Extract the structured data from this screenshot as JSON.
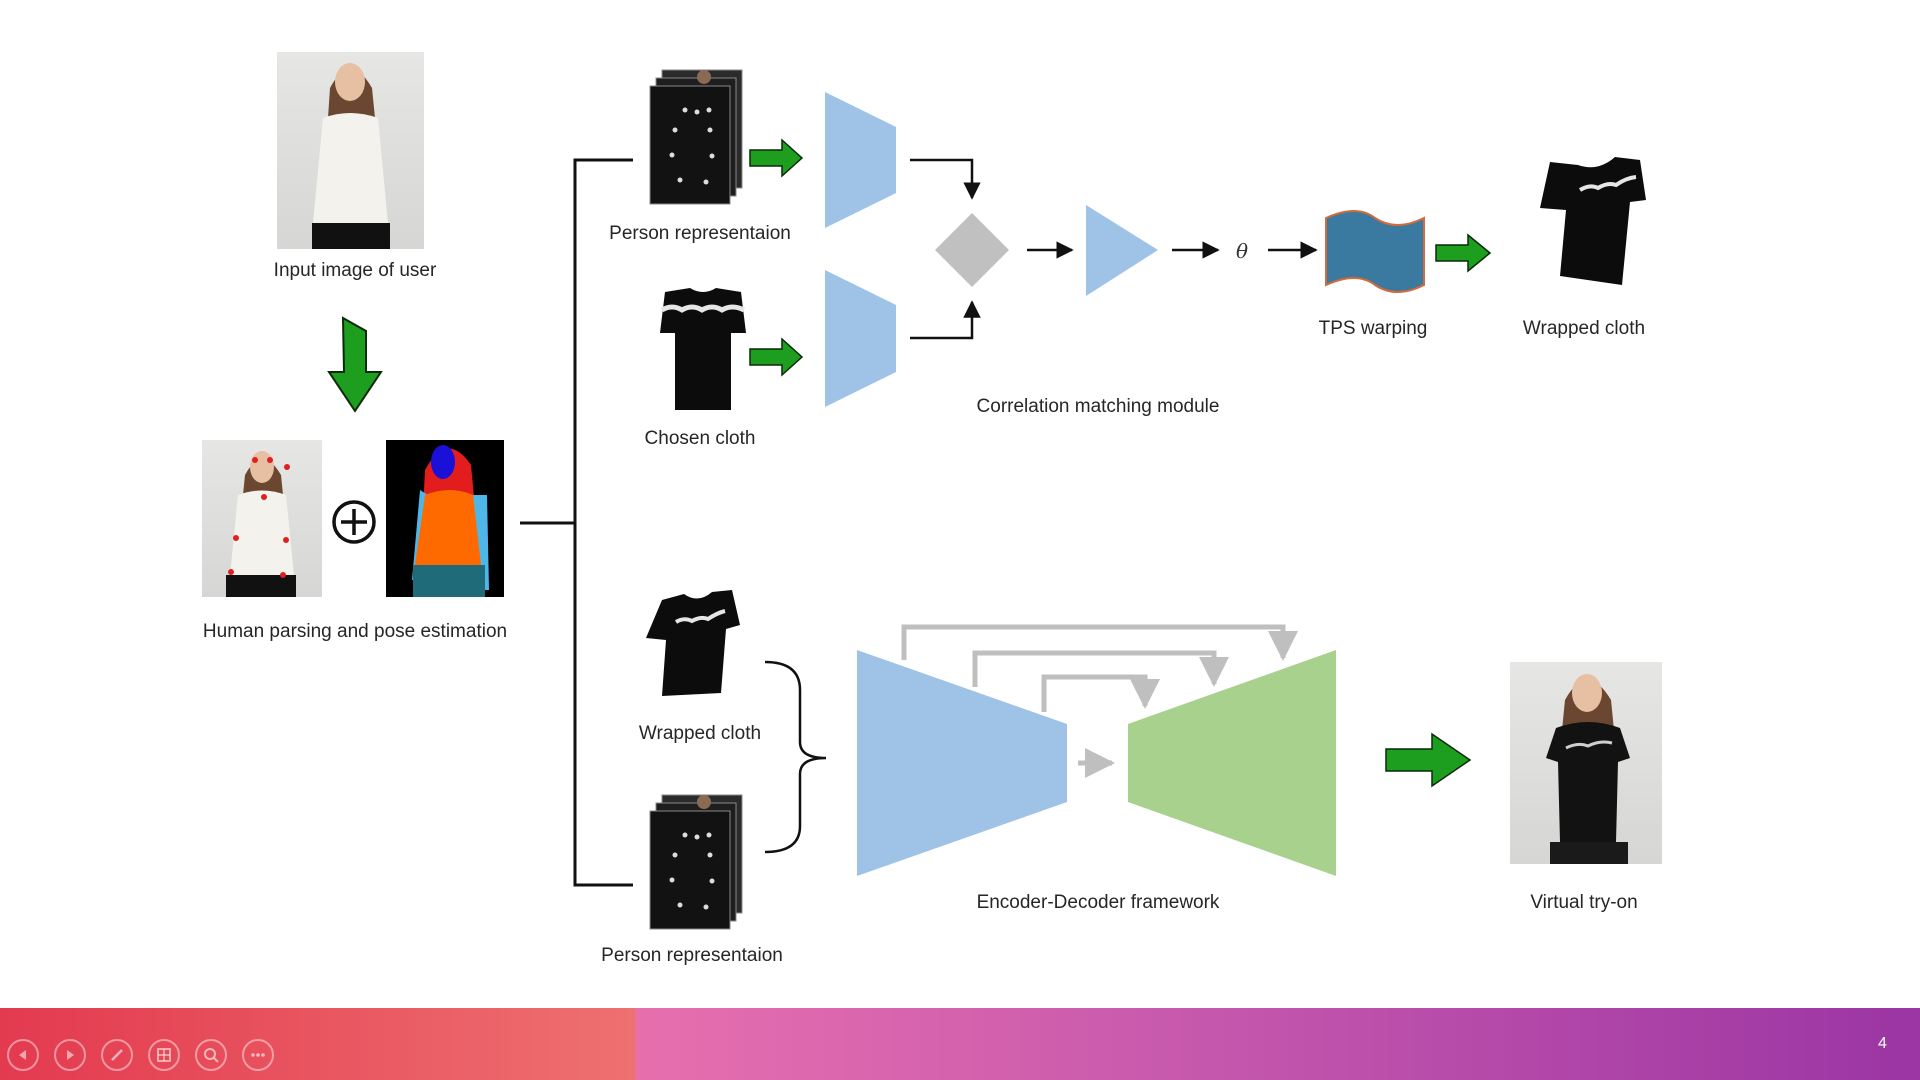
{
  "diagram": {
    "labels": {
      "input_image": "Input image of user",
      "parsing": "Human parsing and pose estimation",
      "person_rep_top": "Person representaion",
      "chosen_cloth": "Chosen cloth",
      "correlation": "Correlation matching module",
      "theta": "θ",
      "tps": "TPS warping",
      "wrapped_cloth_top": "Wrapped cloth",
      "wrapped_cloth_bottom": "Wrapped cloth",
      "person_rep_bottom": "Person representaion",
      "encoder_decoder": "Encoder-Decoder framework",
      "virtual_tryon": "Virtual try-on"
    },
    "colors": {
      "encoder_blue": "#9fc3e7",
      "decoder_green": "#a9d18e",
      "arrow_green": "#1e9e1e",
      "tps_blue": "#3a7aa0",
      "matching_gray": "#c0c0c0"
    }
  },
  "footer": {
    "page_number": "4",
    "controls": [
      "previous-icon",
      "next-icon",
      "pen-icon",
      "slides-icon",
      "zoom-icon",
      "more-icon"
    ]
  }
}
